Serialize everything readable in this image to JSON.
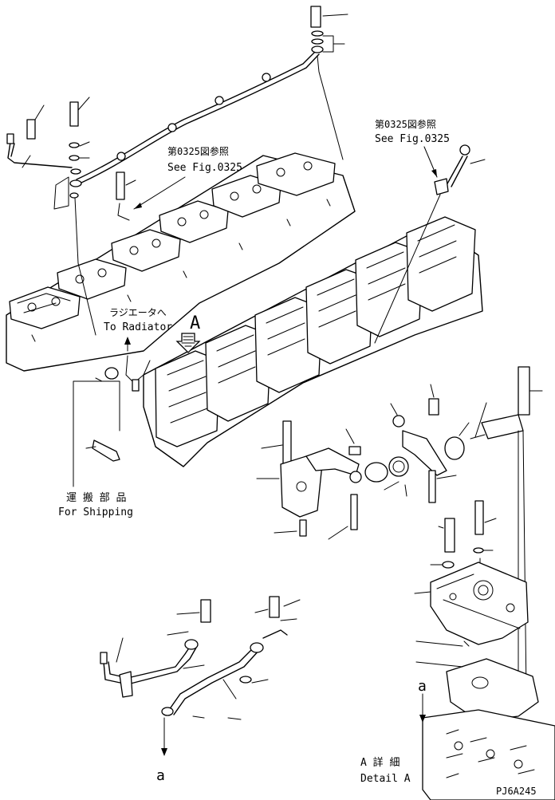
{
  "labels": {
    "see_fig_top_jp": "第0325図参照",
    "see_fig_top_en": "See Fig.0325",
    "see_fig_right_jp": "第0325図参照",
    "see_fig_right_en": "See Fig.0325",
    "to_radiator_jp": "ラジエータへ",
    "to_radiator_en": "To Radiator",
    "view_a": "A",
    "for_shipping_jp": "運 搬 部 品",
    "for_shipping_en": "For Shipping",
    "detail_a_jp": "A 詳 細",
    "detail_a_en": "Detail A",
    "ref_a_upper": "a",
    "ref_a_lower": "a",
    "drawing_code": "PJ6A245"
  },
  "icons": {
    "flow_arrow": "arrow-up-icon",
    "view_arrow": "hatched-arrow-icon",
    "ref_arrow": "arrow-down-icon"
  }
}
